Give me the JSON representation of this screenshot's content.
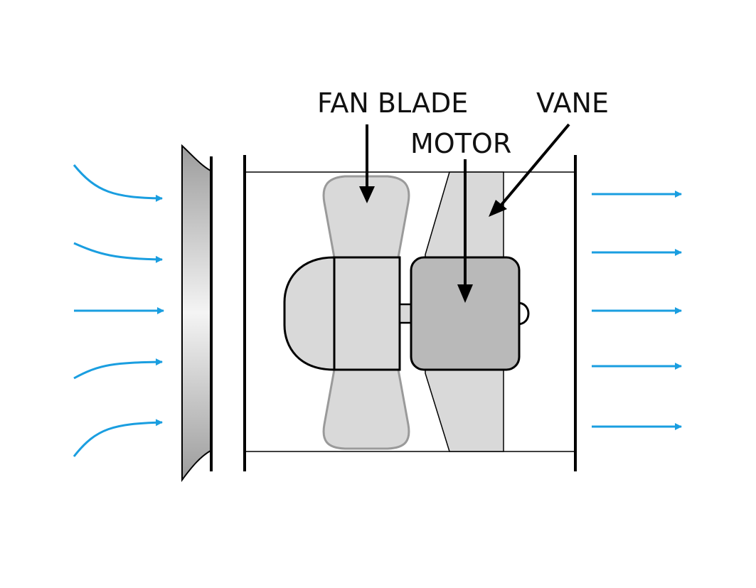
{
  "labels": {
    "fan_blade": "FAN BLADE",
    "motor": "MOTOR",
    "vane": "VANE"
  },
  "colors": {
    "airflow": "#1a9ee0",
    "outline": "#000000",
    "blade_fill": "#d9d9d9",
    "blade_stroke": "#9a9a9a",
    "motor_fill": "#b9b9b9",
    "vane_fill": "#d9d9d9",
    "hub_fill": "#d9d9d9"
  }
}
